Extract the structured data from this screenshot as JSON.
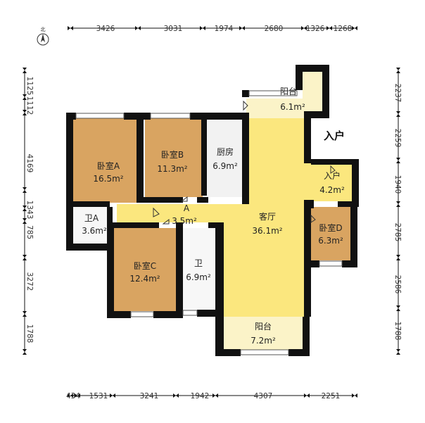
{
  "compass": {
    "label": "北"
  },
  "entrance_label": "入户",
  "rooms": [
    {
      "id": "bedroom-a",
      "name": "卧室A",
      "area": "16.5m²"
    },
    {
      "id": "bedroom-b",
      "name": "卧室B",
      "area": "11.3m²"
    },
    {
      "id": "kitchen",
      "name": "厨房",
      "area": "6.9m²"
    },
    {
      "id": "balcony-top",
      "name": "阳台",
      "area": "6.1m²"
    },
    {
      "id": "entry",
      "name": "入户",
      "area": "4.2m²"
    },
    {
      "id": "living-room",
      "name": "客厅",
      "area": "36.1m²"
    },
    {
      "id": "bedroom-d",
      "name": "卧室D",
      "area": "6.3m²"
    },
    {
      "id": "bath-a",
      "name": "卫A",
      "area": "3.6m²"
    },
    {
      "id": "hall-a",
      "name": "A",
      "area": "3.5m²"
    },
    {
      "id": "bedroom-c",
      "name": "卧室C",
      "area": "12.4m²"
    },
    {
      "id": "bath",
      "name": "卫",
      "area": "6.9m²"
    },
    {
      "id": "balcony-bottom",
      "name": "阳台",
      "area": "7.2m²"
    }
  ],
  "dimensions": {
    "top": [
      "3426",
      "3031",
      "1974",
      "2680",
      "1326",
      "1268"
    ],
    "bottom": [
      "434",
      "1531",
      "3241",
      "1942",
      "4307",
      "2251"
    ],
    "left": [
      "1125",
      "1112",
      "4169",
      "1343",
      "785",
      "3272",
      "1788"
    ],
    "right": [
      "2237",
      "2259",
      "1940",
      "2785",
      "2586",
      "1788"
    ]
  },
  "colors": {
    "wall": "#111111",
    "bedroom_floor": "#d9a461",
    "living_floor": "#fbe77e",
    "balcony_floor": "#fbf3c8",
    "kitchen_floor": "#f2f2f2",
    "bath_floor": "#f7f7f7"
  }
}
